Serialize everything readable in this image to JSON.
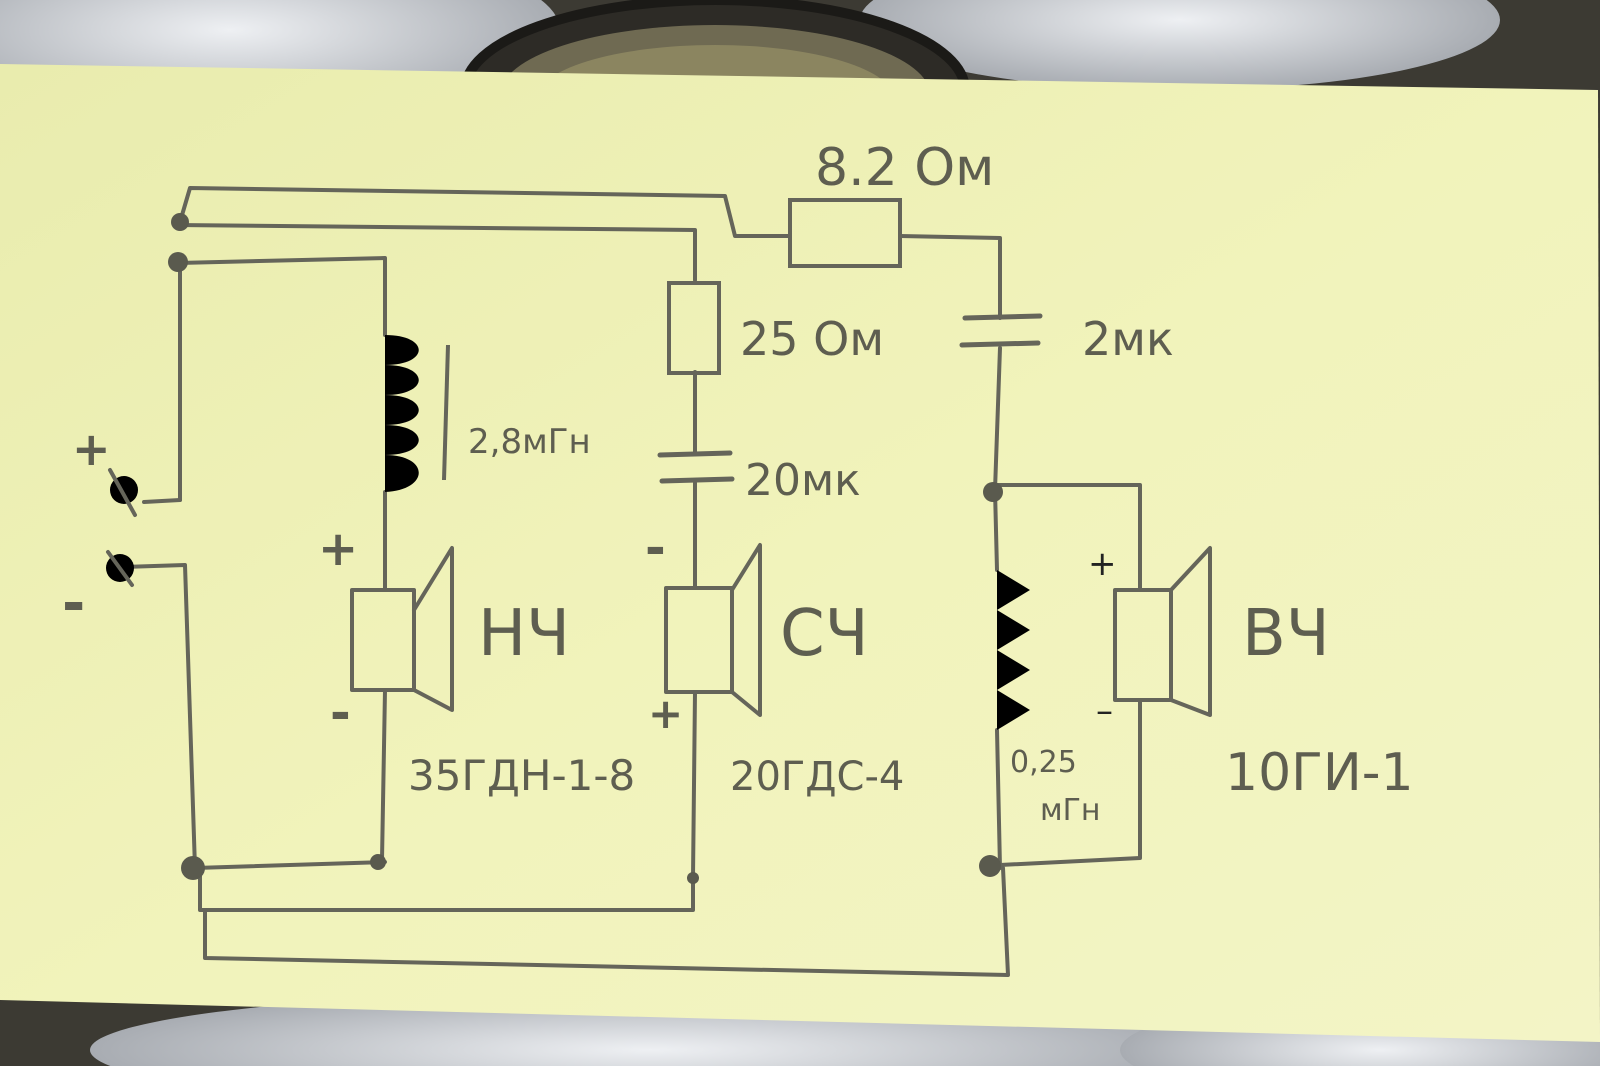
{
  "colors": {
    "paper": "#f0f2b8",
    "pencil": "#65655a",
    "cotton": "#d9dde2",
    "backdrop": "#3c3a33"
  },
  "labels": {
    "resistor_series": "8.2 Ом",
    "resistor_mid": "25 Ом",
    "cap_high": "2мк",
    "cap_mid": "20мк",
    "inductor_low": "2,8мГн",
    "inductor_high_value": "0,25",
    "inductor_high_unit": "мГн",
    "speaker_low_band": "НЧ",
    "speaker_low_model": "35ГДН-1-8",
    "speaker_mid_band": "СЧ",
    "speaker_mid_model": "20ГДС-4",
    "speaker_high_band": "ВЧ",
    "speaker_high_model": "10ГИ-1"
  },
  "polarity": {
    "input_plus": "+",
    "input_minus": "-",
    "low_plus": "+",
    "low_minus": "-",
    "mid_minus": "-",
    "mid_plus": "+",
    "high_plus": "+",
    "high_minus": "–"
  }
}
